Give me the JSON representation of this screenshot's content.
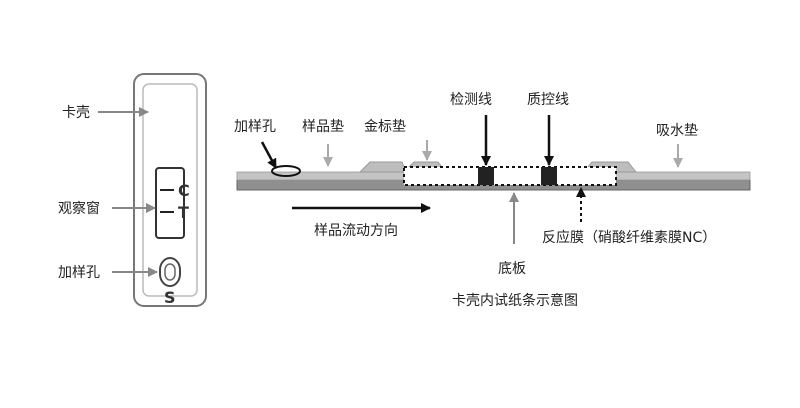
{
  "cassette": {
    "labels": {
      "shell": "卡壳",
      "window": "观察窗",
      "sample_hole": "加样孔"
    },
    "marks": {
      "c": "C",
      "t": "T",
      "s": "S"
    }
  },
  "strip": {
    "labels": {
      "sample_hole": "加样孔",
      "sample_pad": "样品垫",
      "gold_pad": "金标垫",
      "test_line": "检测线",
      "control_line": "质控线",
      "absorbent_pad": "吸水垫",
      "flow_direction": "样品流动方向",
      "membrane": "反应膜（硝酸纤维素膜NC）",
      "backing": "底板"
    },
    "caption": "卡壳内试纸条示意图"
  }
}
